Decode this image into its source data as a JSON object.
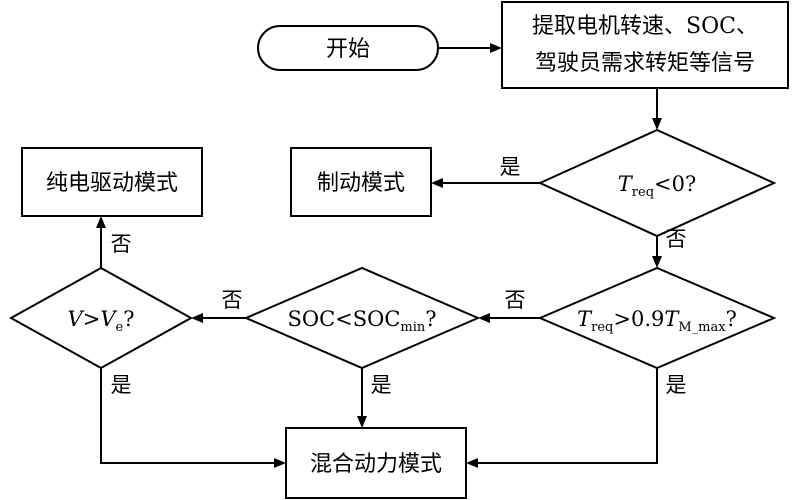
{
  "nodes": {
    "start": "开始",
    "extract_line1": "提取电机转速、SOC、",
    "extract_line2": "驾驶员需求转矩等信号",
    "braking": "制动模式",
    "pure_electric": "纯电驱动模式",
    "hybrid": "混合动力模式"
  },
  "decisions": {
    "treq_lt0": {
      "var": "T",
      "sub": "req",
      "rest": "<0?"
    },
    "treq_gt": {
      "var": "T",
      "sub": "req",
      "mid": ">0.9",
      "var2": "T",
      "sub2": "M_max",
      "tail": "?"
    },
    "soc": {
      "main": "SOC<SOC",
      "sub": "min",
      "tail": "?"
    },
    "speed": {
      "var": "V",
      "mid": ">",
      "var2": "V",
      "sub2": "e",
      "tail": "?"
    }
  },
  "edge_labels": {
    "yes": "是",
    "no": "否"
  }
}
